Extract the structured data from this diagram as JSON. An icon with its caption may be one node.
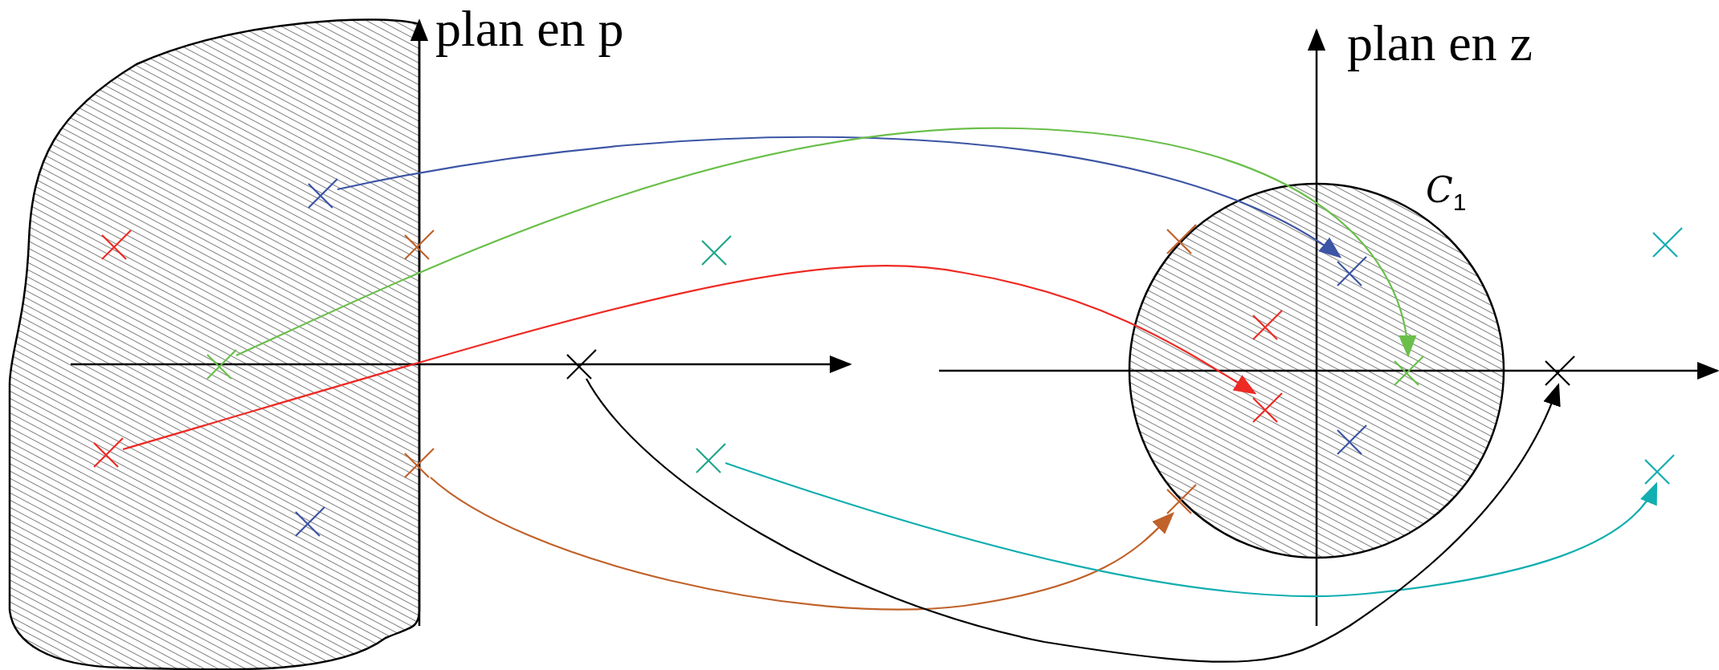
{
  "diagram": {
    "nodes": [
      {
        "text": [],
        "shape": "cross"
      },
      {
        "text": [],
        "shape": "cross"
      },
      {
        "text": [],
        "shape": "cross"
      },
      {
        "text": [],
        "shape": "cross"
      },
      {
        "text": [],
        "shape": "cross"
      },
      {
        "text": [],
        "shape": "cross"
      },
      {
        "text": [],
        "shape": "cross"
      },
      {
        "text": [],
        "shape": "cross"
      },
      {
        "text": [],
        "shape": "cross"
      },
      {
        "text": [],
        "shape": "cross"
      },
      {
        "text": [],
        "shape": "cross"
      },
      {
        "text": [],
        "shape": "cross"
      },
      {
        "text": [],
        "shape": "cross"
      },
      {
        "text": [],
        "shape": "cross"
      },
      {
        "text": [],
        "shape": "cross"
      },
      {
        "text": [],
        "shape": "cross"
      },
      {
        "text": [],
        "shape": "cross"
      },
      {
        "text": [],
        "shape": "cross"
      },
      {
        "text": [],
        "shape": "cross"
      },
      {
        "text": [],
        "shape": "cross"
      }
    ],
    "edges": [
      {
        "from": 4,
        "to": 14,
        "arrow": "to",
        "color": "#3c55a5"
      },
      {
        "from": 2,
        "to": 16,
        "arrow": "to",
        "color": "#6abf4b"
      },
      {
        "from": 0,
        "to": 13,
        "arrow": "to",
        "color": "#ee2a24"
      },
      {
        "from": 6,
        "to": 11,
        "arrow": "to",
        "color": "#c0622a"
      },
      {
        "from": 8,
        "to": 18,
        "arrow": "to",
        "color": "#12aeb0"
      },
      {
        "from": 7,
        "to": 17,
        "arrow": "to",
        "color": "#000000"
      }
    ],
    "labels": [
      "plan en p",
      "plan en z",
      "C$_{1}$"
    ]
  }
}
